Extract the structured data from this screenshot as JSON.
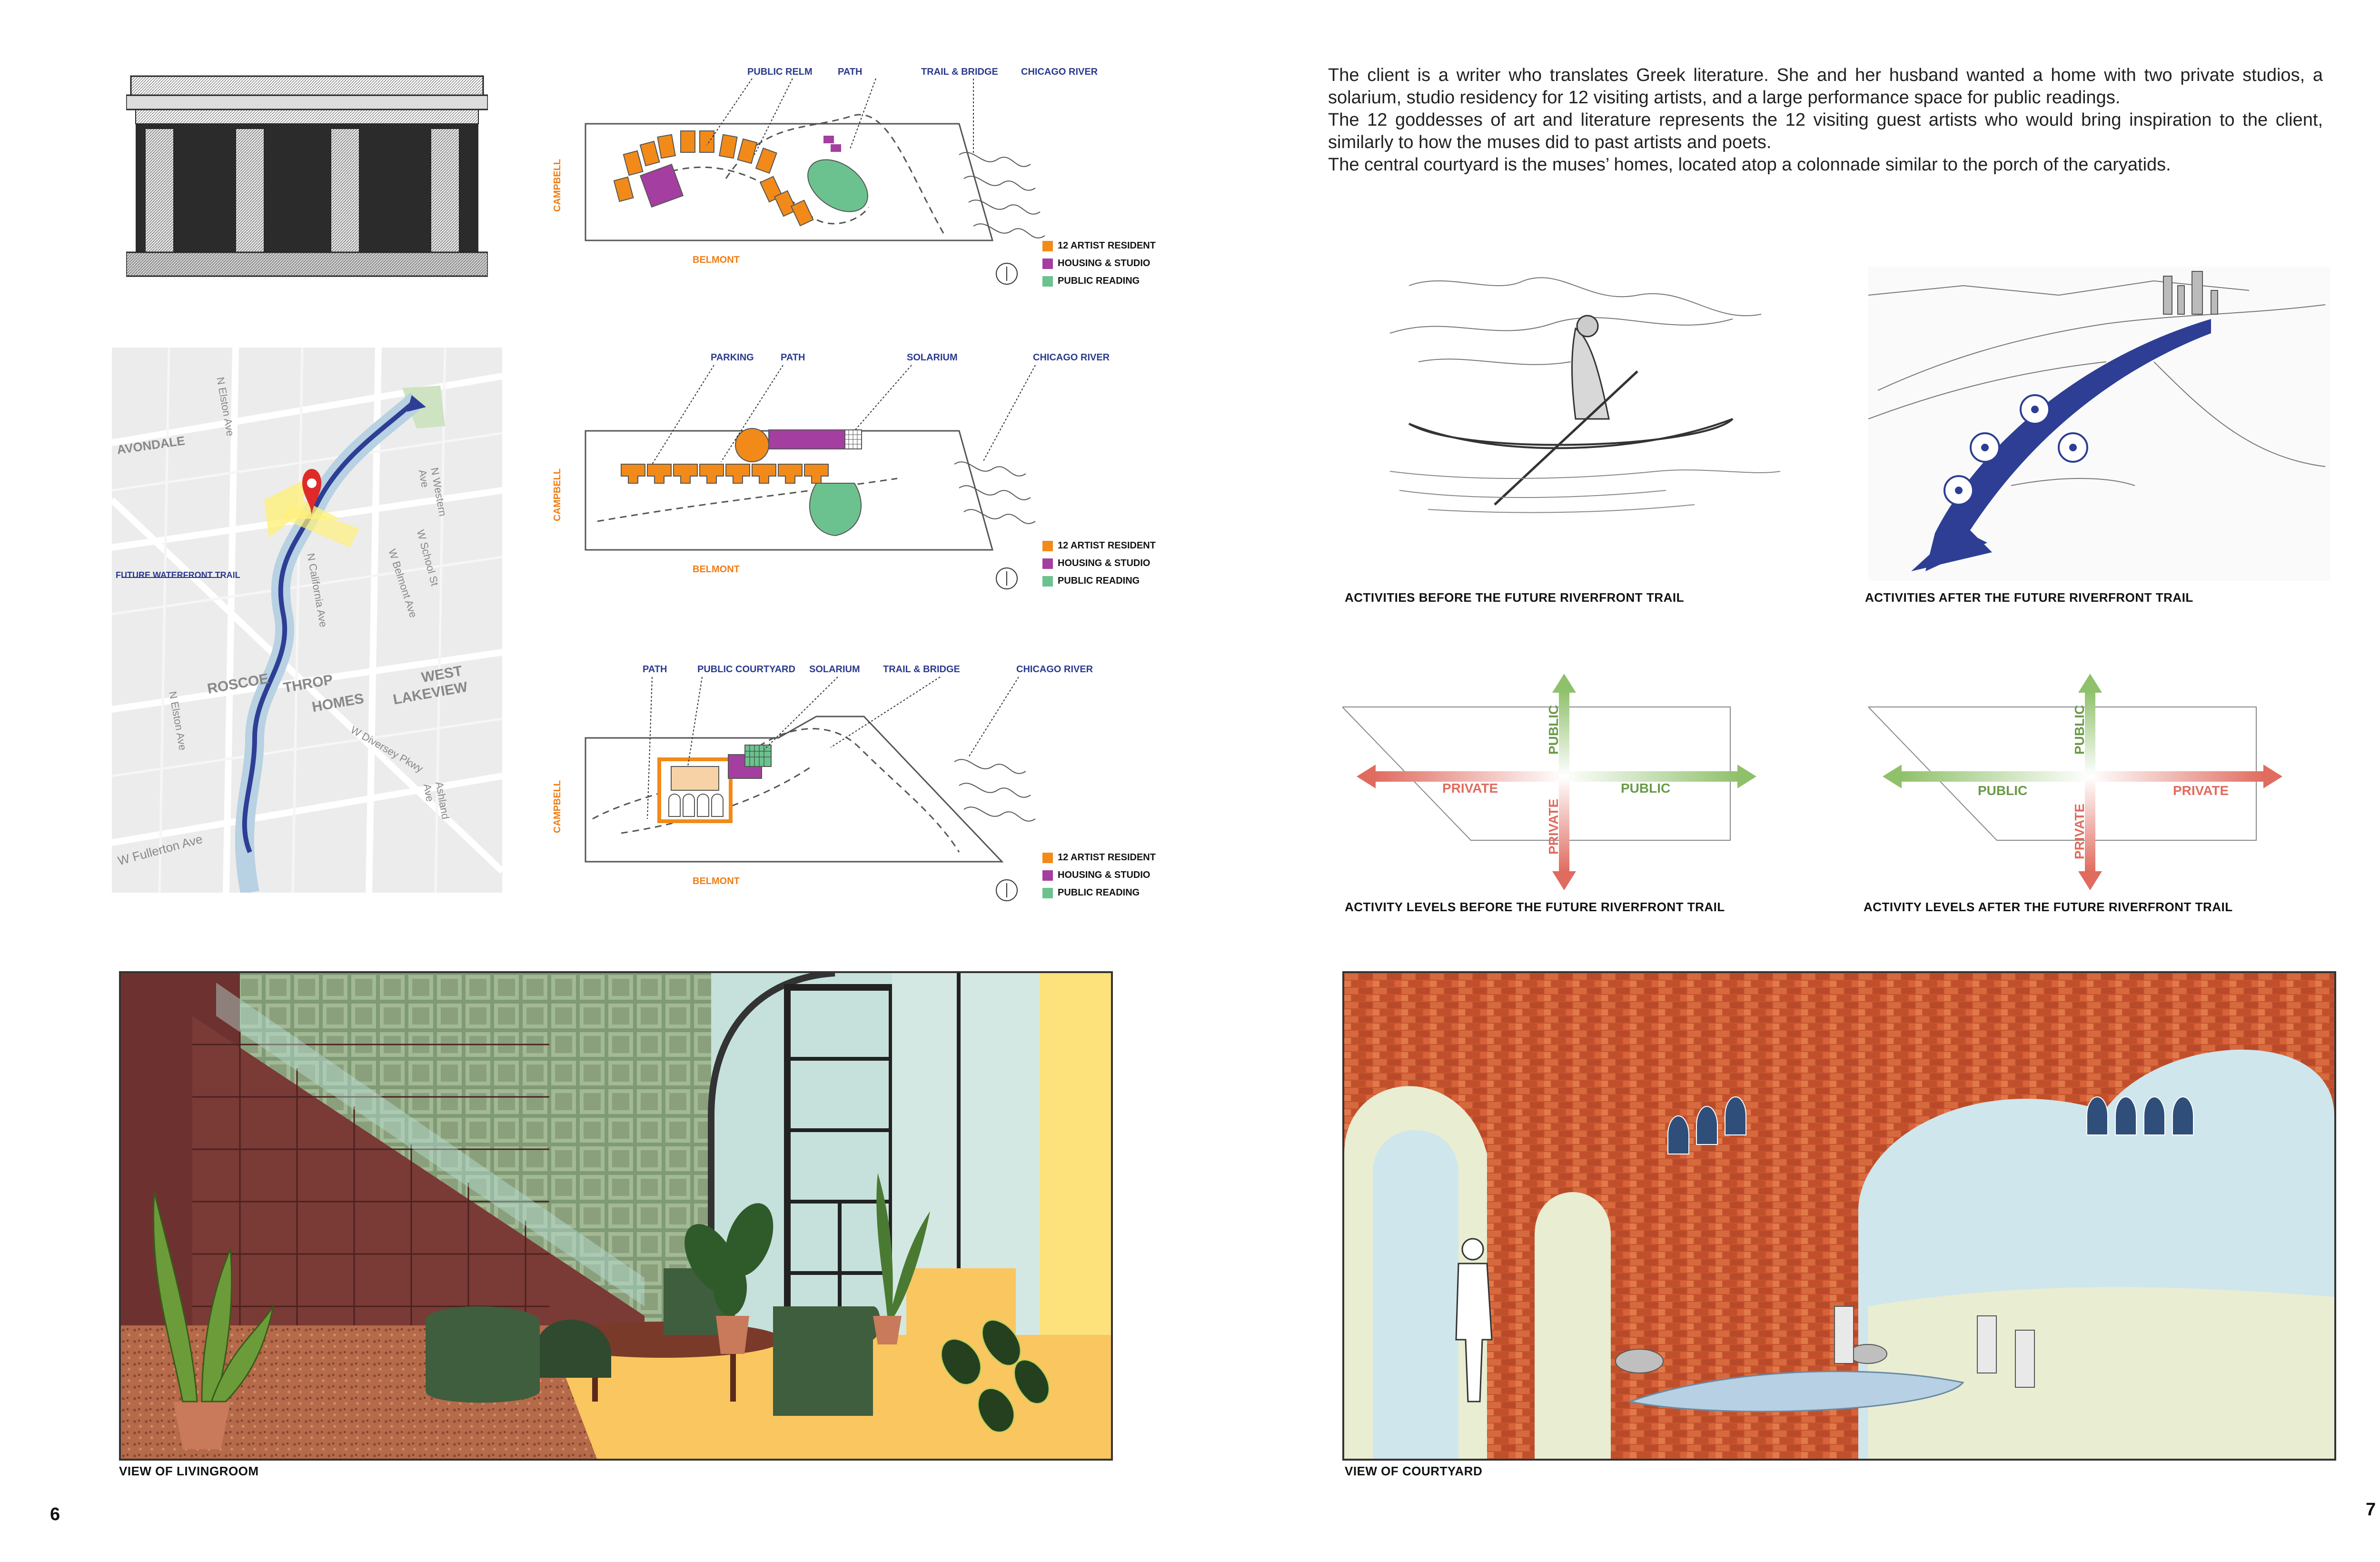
{
  "page_left": {
    "number": "6"
  },
  "page_right": {
    "number": "7"
  },
  "intro": {
    "paragraphs": [
      "The client is a writer who translates Greek literature. She and her husband wanted a home with two private studios, a solarium, studio residency for 12 visiting artists, and a large performance space for public readings.",
      "The 12 goddesses of art and literature represents the 12 visiting guest artists who would bring inspiration to the client, similarly to how the muses did to past artists and poets.",
      "The central courtyard is the muses’ homes, located atop a colonnade similar to the porch of the caryatids."
    ]
  },
  "diagram1": {
    "labels": [
      "PUBLIC RELM",
      "PATH",
      "TRAIL & BRIDGE",
      "CHICAGO RIVER"
    ],
    "street_left": "CAMPBELL",
    "street_bottom": "BELMONT",
    "legend": [
      "12 ARTIST RESIDENT",
      "HOUSING & STUDIO",
      "PUBLIC READING"
    ]
  },
  "diagram2": {
    "labels": [
      "PARKING",
      "PATH",
      "SOLARIUM",
      "CHICAGO RIVER"
    ],
    "street_left": "CAMPBELL",
    "street_bottom": "BELMONT",
    "legend": [
      "12 ARTIST RESIDENT",
      "HOUSING & STUDIO",
      "PUBLIC READING"
    ]
  },
  "diagram3": {
    "labels": [
      "PATH",
      "PUBLIC COURTYARD",
      "SOLARIUM",
      "TRAIL & BRIDGE",
      "CHICAGO RIVER"
    ],
    "street_left": "CAMPBELL",
    "street_bottom": "BELMONT",
    "legend": [
      "12 ARTIST RESIDENT",
      "HOUSING & STUDIO",
      "PUBLIC READING"
    ]
  },
  "map": {
    "trail_label": "FUTURE WATERFRONT TRAIL",
    "streets": [
      "AVONDALE",
      "N Elston Ave",
      "N Western Ave",
      "W School St",
      "W Belmont Ave",
      "N California Ave",
      "ROSCOE",
      "THROP",
      "HOMES",
      "WEST",
      "LAKEVIEW",
      "W Diversey Pkwy",
      "N Elston Ave",
      "W Fullerton Ave",
      "Ashland Ave"
    ]
  },
  "captions": {
    "sketch_before": "ACTIVITIES BEFORE THE FUTURE RIVERFRONT TRAIL",
    "sketch_after": "ACTIVITIES AFTER THE FUTURE RIVERFRONT TRAIL",
    "levels_before": "ACTIVITY LEVELS BEFORE THE FUTURE RIVERFRONT TRAIL",
    "levels_after": "ACTIVITY LEVELS AFTER THE FUTURE RIVERFRONT TRAIL",
    "living": "VIEW OF LIVINGROOM",
    "courtyard": "VIEW OF COURTYARD"
  },
  "axes": {
    "before": {
      "up": "PUBLIC",
      "down": "PRIVATE",
      "left": "PRIVATE",
      "right": "PUBLIC"
    },
    "after": {
      "up": "PUBLIC",
      "down": "PRIVATE",
      "left": "PUBLIC",
      "right": "PRIVATE"
    }
  },
  "colors": {
    "artist": "#f28a1a",
    "housing": "#a43ea0",
    "reading": "#6cc28e",
    "blue_label": "#2a3a8c",
    "orange_label": "#ef7d16",
    "public_arrow": "#8fc06a",
    "private_arrow": "#e06b5f"
  }
}
